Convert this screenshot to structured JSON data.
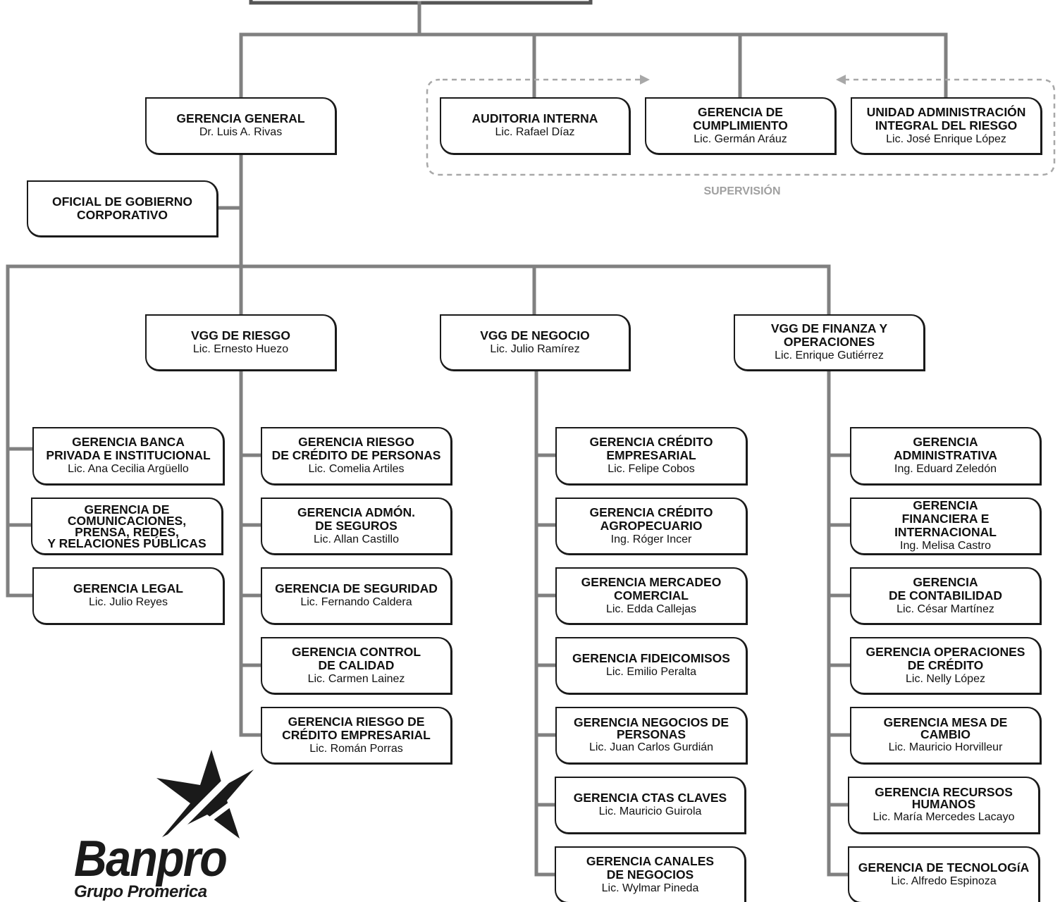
{
  "org": {
    "general": {
      "title": "GERENCIA GENERAL",
      "name": "Dr. Luis A. Rivas"
    },
    "governance": {
      "title": "OFICIAL DE GOBIERNO\nCORPORATIVO"
    },
    "audit": {
      "title": "AUDITORIA INTERNA",
      "name": "Lic. Rafael Díaz"
    },
    "compliance": {
      "title": "GERENCIA DE\nCUMPLIMIENTO",
      "name": "Lic. Germán Aráuz"
    },
    "risk_unit": {
      "title": "UNIDAD ADMINISTRACIÓN\nINTEGRAL DEL RIESGO",
      "name": "Lic. José Enrique López"
    },
    "supervision_label": "SUPERVISIÓN",
    "vgg_riesgo": {
      "title": "VGG DE RIESGO",
      "name": "Lic. Ernesto Huezo"
    },
    "vgg_negocio": {
      "title": "VGG DE NEGOCIO",
      "name": "Lic. Julio Ramírez"
    },
    "vgg_finanzas": {
      "title": "VGG DE FINANZA Y\nOPERACIONES",
      "name": "Lic. Enrique Gutiérrez"
    },
    "direct": [
      {
        "title": "GERENCIA BANCA\nPRIVADA E INSTITUCIONAL",
        "name": "Lic. Ana Cecilia Argüello"
      },
      {
        "title": "GERENCIA DE\nCOMUNICACIONES,\nPRENSA, REDES,\nY RELACIONES PÚBLICAS",
        "name": ""
      },
      {
        "title": "GERENCIA LEGAL",
        "name": "Lic. Julio Reyes"
      }
    ],
    "riesgo_units": [
      {
        "title": "GERENCIA RIESGO\nDE CRÉDITO DE PERSONAS",
        "name": "Lic. Comelia Artiles"
      },
      {
        "title": "GERENCIA ADMÓN.\nDE SEGUROS",
        "name": "Lic. Allan Castillo"
      },
      {
        "title": "GERENCIA DE SEGURIDAD",
        "name": "Lic. Fernando Caldera"
      },
      {
        "title": "GERENCIA CONTROL\nDE CALIDAD",
        "name": "Lic. Carmen Lainez"
      },
      {
        "title": "GERENCIA RIESGO DE\nCRÉDITO EMPRESARIAL",
        "name": "Lic. Román Porras"
      }
    ],
    "negocio_units": [
      {
        "title": "GERENCIA CRÉDITO\nEMPRESARIAL",
        "name": "Lic. Felipe Cobos"
      },
      {
        "title": "GERENCIA CRÉDITO\nAGROPECUARIO",
        "name": "Ing. Róger Incer"
      },
      {
        "title": "GERENCIA MERCADEO\nCOMERCIAL",
        "name": "Lic. Edda Callejas"
      },
      {
        "title": "GERENCIA FIDEICOMISOS",
        "name": "Lic. Emilio Peralta"
      },
      {
        "title": "GERENCIA NEGOCIOS DE\nPERSONAS",
        "name": "Lic. Juan Carlos Gurdián"
      },
      {
        "title": "GERENCIA CTAS CLAVES",
        "name": "Lic. Mauricio Guirola"
      },
      {
        "title": "GERENCIA CANALES\nDE NEGOCIOS",
        "name": "Lic. Wylmar Pineda"
      }
    ],
    "finanzas_units": [
      {
        "title": "GERENCIA\nADMINISTRATIVA",
        "name": "Ing. Eduard Zeledón"
      },
      {
        "title": "GERENCIA\nFINANCIERA E INTERNACIONAL",
        "name": "Ing. Melisa Castro"
      },
      {
        "title": "GERENCIA\nDE CONTABILIDAD",
        "name": "Lic. César Martínez"
      },
      {
        "title": "GERENCIA OPERACIONES\nDE CRÉDITO",
        "name": "Lic. Nelly López"
      },
      {
        "title": "GERENCIA MESA DE\nCAMBIO",
        "name": "Lic. Mauricio Horvilleur"
      },
      {
        "title": "GERENCIA RECURSOS\nHUMANOS",
        "name": "Lic. María Mercedes Lacayo"
      },
      {
        "title": "GERENCIA DE TECNOLOGíA",
        "name": "Lic. Alfredo Espinoza"
      }
    ]
  },
  "logo": {
    "wordmark": "Banpro",
    "tagline": "Grupo Promerica",
    "icon": "star-logo-icon"
  },
  "colors": {
    "connector": "#808080",
    "box_border": "#1a1a1a",
    "supervision": "#a0a0a0"
  }
}
